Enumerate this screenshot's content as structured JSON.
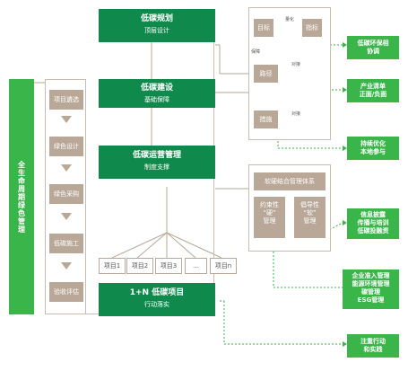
{
  "left_bar": "全生命周期绿色管理",
  "tiers": [
    {
      "title": "低碳规划",
      "sub": "顶层设计"
    },
    {
      "title": "低碳建设",
      "sub": "基础保障"
    },
    {
      "title": "低碳运营管理",
      "sub": "制度支撑"
    },
    {
      "title": "1+N 低碳项目",
      "sub": "行动落实"
    }
  ],
  "steps": [
    "项目遴选",
    "绿色设计",
    "绿色采购",
    "低碳施工",
    "验收评估"
  ],
  "projects": [
    "项目1",
    "项目2",
    "项目3",
    "…",
    "项目n"
  ],
  "cycle": {
    "target": "目标",
    "indicator": "指标",
    "path": "路径",
    "measure": "措施",
    "quantify": "量化",
    "guarantee": "保障",
    "align1": "对接",
    "align2": "对接"
  },
  "governance": {
    "system": "软硬结合管理体系",
    "hard": [
      "约束性",
      "“硬”",
      "管理"
    ],
    "soft": [
      "倡导性",
      "“软”",
      "管理"
    ]
  },
  "outcomes": [
    [
      "低碳环保相",
      "协调"
    ],
    [
      "产业清单",
      "正面/负面"
    ],
    [
      "持续优化",
      "本地参与"
    ],
    [
      "信息披露",
      "传播与培训",
      "低碳投融资"
    ],
    [
      "企业准入管理",
      "能源环境管理",
      "碳管理",
      "ESG管理"
    ],
    [
      "注重行动",
      "和实践"
    ]
  ],
  "colors": {
    "dark_green": "#0f8a4c",
    "light_green": "#3ab54a",
    "tan": "#b9a898",
    "frame": "#c9bdb2"
  }
}
